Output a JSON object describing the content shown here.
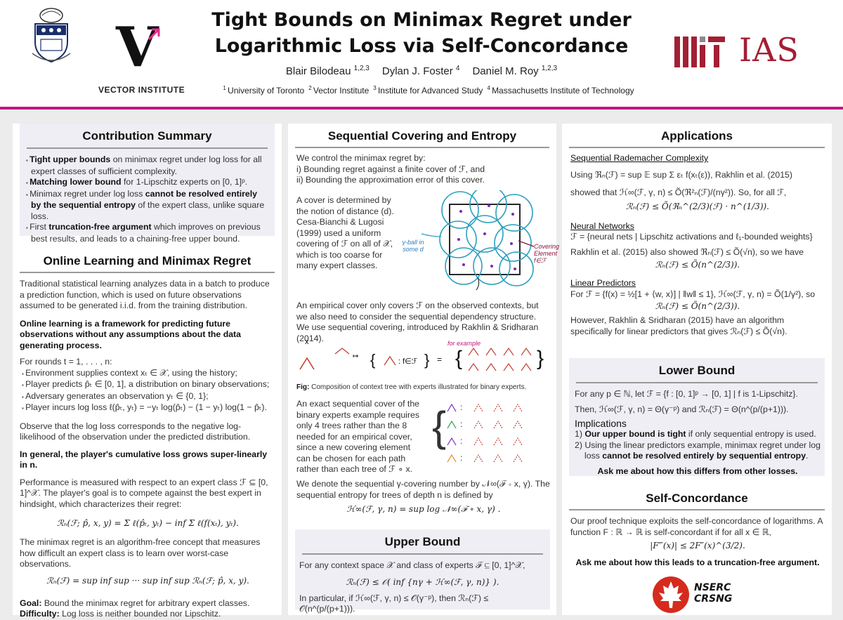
{
  "header": {
    "title_line1": "Tight Bounds on Minimax Regret under",
    "title_line2": "Logarithmic Loss via Self-Concordance",
    "authors": [
      {
        "name": "Blair Bilodeau",
        "sup": "1,2,3"
      },
      {
        "name": "Dylan J. Foster",
        "sup": "4"
      },
      {
        "name": "Daniel M. Roy",
        "sup": "1,2,3"
      }
    ],
    "affiliations": [
      {
        "sup": "1",
        "name": "University of Toronto"
      },
      {
        "sup": "2",
        "name": "Vector Institute"
      },
      {
        "sup": "3",
        "name": "Institute for Advanced Study"
      },
      {
        "sup": "4",
        "name": "Massachusetts Institute of Technology"
      }
    ],
    "vector_label": "VECTOR INSTITUTE",
    "mit_label": "IAS",
    "accent_color": "#c2187a"
  },
  "contribution": {
    "heading": "Contribution Summary",
    "items": [
      {
        "bold": "Tight upper bounds",
        "rest": " on minimax regret under log loss for all expert classes of sufficient complexity."
      },
      {
        "bold": "Matching lower bound",
        "rest": " for 1-Lipschitz experts on [0, 1]ᵖ."
      },
      {
        "pre": "Minimax regret under log loss ",
        "bold": "cannot be resolved entirely by the sequential entropy",
        "rest": " of the expert class, unlike square loss."
      },
      {
        "pre": "First ",
        "bold": "truncation-free argument",
        "rest": " which improves on previous best results, and leads to a chaining-free upper bound."
      }
    ]
  },
  "online": {
    "heading": "Online Learning and Minimax Regret",
    "p1": "Traditional statistical learning analyzes data in a batch to produce a prediction function, which is used on future observations assumed to be generated i.i.d. from the training distribution.",
    "p2": "Online learning is a framework for predicting future observations without any assumptions about the data generating process.",
    "rounds": "For rounds t = 1, . . . , n:",
    "steps": [
      "Environment supplies context xₜ ∈ 𝒳, using the history;",
      "Player predicts p̂ₜ ∈ [0, 1], a distribution on binary observations;",
      "Adversary generates an observation yₜ ∈ {0, 1};",
      "Player incurs log loss ℓ(p̂ₜ, yₜ) = −yₜ log(p̂ₜ) − (1 − yₜ) log(1 − p̂ₜ)."
    ],
    "p3": "Observe that the log loss corresponds to the negative log-likelihood of the observation under the predicted distribution.",
    "p4": "In general, the player's cumulative loss grows super-linearly in n.",
    "p5": "Performance is measured with respect to an expert class ℱ ⊆ [0, 1]^𝒳. The player's goal is to compete against the best expert in hindsight, which characterizes their regret:",
    "eq1": "ℛₙ(ℱ; p̂, x, y) = Σ ℓ(p̂ₜ, yₜ) − inf Σ ℓ(f(xₜ), yₜ).",
    "p6": "The minimax regret is an algorithm-free concept that measures how difficult an expert class is to learn over worst-case observations.",
    "eq2": "ℛₙ(ℱ) = sup inf sup ··· sup inf sup ℛₙ(ℱ; p̂, x, y).",
    "goal_label": "Goal:",
    "goal": " Bound the minimax regret for arbitrary expert classes.",
    "diff_label": "Difficulty:",
    "diff": " Log loss is neither bounded nor Lipschitz."
  },
  "covering": {
    "heading": "Sequential Covering and Entropy",
    "intro": "We control the minimax regret by:",
    "i1": "i) Bounding regret against a finite cover of ℱ, and",
    "i2": "ii) Bounding the approximation error of this cover.",
    "p1": "A cover is determined by the notion of distance (d). Cesa-Bianchi & Lugosi (1999) used a uniform covering of ℱ on all of 𝒳, which is too coarse for many expert classes.",
    "fig_left_label": "γ-ball in some d",
    "fig_right_label": "Covering Element f∈ℱ",
    "p2": "An empirical cover only covers ℱ on the observed contexts, but we also need to consider the sequential dependency structure. We use sequential covering, introduced by Rakhlin & Sridharan (2014).",
    "fig_caption_label": "Fig:",
    "fig_caption": " Composition of context tree with experts illustrated for binary experts.",
    "p3": "An exact sequential cover of the binary experts example requires only 4 trees rather than the 8 needed for an empirical cover, since a new covering element can be chosen for each path rather than each tree of ℱ ∘ x.",
    "p4": "We denote the sequential γ-covering number by 𝒩∞(ℱ ∘ x, γ). The sequential entropy for trees of depth n is defined by",
    "eq": "ℋ∞(ℱ, γ, n) = sup log 𝒩∞(ℱ ∘ x, γ) ."
  },
  "upper": {
    "heading": "Upper Bound",
    "p1": "For any context space 𝒳 and class of experts ℱ ⊆ [0, 1]^𝒳,",
    "eq": "ℛₙ(ℱ) ≤ 𝒪( inf {nγ + ℋ∞(ℱ, γ, n)} ).",
    "p2": "In particular, if ℋ∞(ℱ, γ, n) ≤ 𝒪(γ⁻ᵖ), then ℛₙ(ℱ) ≤ 𝒪(n^(p/(p+1)))."
  },
  "applications": {
    "heading": "Applications",
    "s1_title": "Sequential Rademacher Complexity",
    "s1_p1": "Using ℜₙ(ℱ) = sup 𝔼 sup Σ εₜ f(xₜ(ε)), Rakhlin et al. (2015)",
    "s1_p2": "showed that ℋ∞(ℱ, γ, n) ≤ Õ(ℜ²ₙ(ℱ)/(nγ²)). So, for all ℱ,",
    "s1_eq": "ℛₙ(ℱ) ≤ Õ(ℜₙ^(2/3)(ℱ) · n^(1/3)).",
    "s2_title": "Neural Networks",
    "s2_p1": "ℱ = {neural nets | Lipschitz activations and ℓ₁-bounded weights}",
    "s2_p2": "Rakhlin et al. (2015) also showed ℜₙ(ℱ) ≤ Õ(√n), so we have",
    "s2_eq": "ℛₙ(ℱ) ≤ Õ(n^(2/3)).",
    "s3_title": "Linear Predictors",
    "s3_p1": "For ℱ = {f(x) = ½[1 + ⟨w, x⟩] | ‖w‖ ≤ 1}, ℋ∞(ℱ, γ, n) = Õ(1/γ²), so",
    "s3_eq": "ℛₙ(ℱ) ≤ Õ(n^(2/3)).",
    "s3_p2": "However, Rakhlin & Sridharan (2015) have an algorithm specifically for linear predictors that gives ℛₙ(ℱ) ≤ Õ(√n)."
  },
  "lower": {
    "heading": "Lower Bound",
    "p1": "For any p ∈ ℕ, let ℱ = {f : [0, 1]ᵖ → [0, 1] | f is 1-Lipschitz}.",
    "p2": "Then, ℋ∞(ℱ, γ, n) = Θ(γ⁻ᵖ) and ℛₙ(ℱ) = Θ(n^(p/(p+1))).",
    "impl_title": "Implications",
    "impl1_bold": "Our upper bound is tight",
    "impl1_rest": " if only sequential entropy is used.",
    "impl2_pre": "Using the linear predictors example, minimax regret under log loss ",
    "impl2_bold": "cannot be resolved entirely by sequential entropy",
    "impl2_rest": ".",
    "ask": "Ask me about how this differs from other losses."
  },
  "selfconc": {
    "heading": "Self-Concordance",
    "p1": "Our proof technique exploits the self-concordance of logarithms. A function F : ℝ → ℝ is self-concordant if for all x ∈ ℝ,",
    "eq": "|F‴(x)| ≤ 2F″(x)^(3/2).",
    "ask": "Ask me about how this leads to a truncation-free argument."
  },
  "nserc": {
    "line1": "NSERC",
    "line2": "CRSNG"
  }
}
